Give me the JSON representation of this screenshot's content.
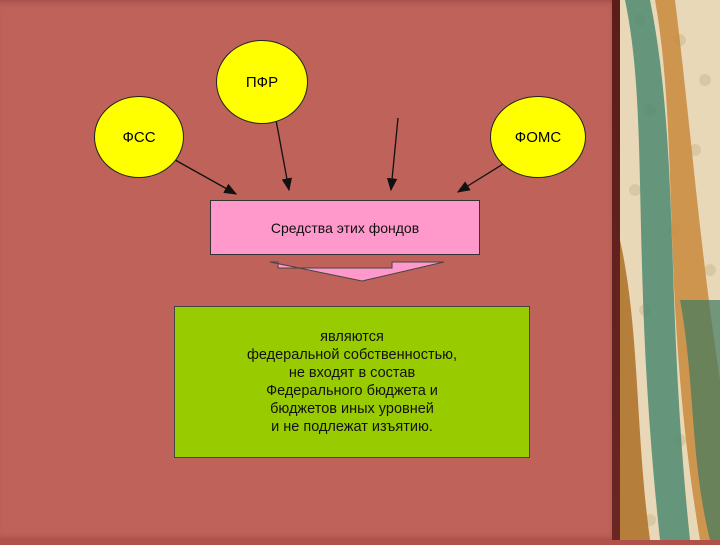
{
  "funds": {
    "pfr": "ПФР",
    "fss": "ФСС",
    "foms": "ФОМС"
  },
  "source_box": {
    "label": "Средства этих фондов"
  },
  "result_box": {
    "lines": [
      "являются",
      "федеральной собственностью,",
      "не входят в состав",
      "Федерального бюджета и",
      "бюджетов иных уровней",
      "и не подлежат изъятию."
    ]
  },
  "colors": {
    "slide_background": "#bf625a",
    "circle_fill": "#ffff00",
    "source_box_fill": "#ff99cc",
    "result_box_fill": "#99cc00",
    "down_arrow_fill": "#ff99cc"
  }
}
